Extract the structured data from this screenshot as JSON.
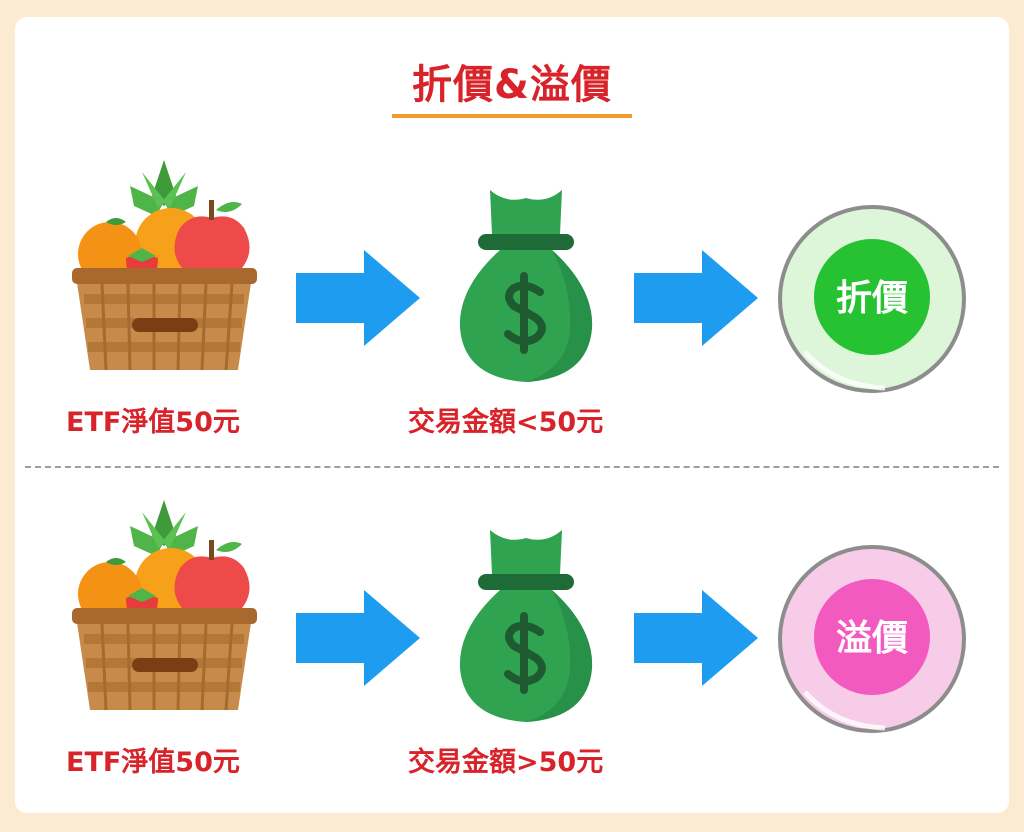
{
  "title": "折價&溢價",
  "rows": [
    {
      "basket_label": "ETF淨值50元",
      "bag_label": "交易金額<50元",
      "result": "折價",
      "result_color": "#26C232",
      "result_ring": "#DDF5D8"
    },
    {
      "basket_label": "ETF淨值50元",
      "bag_label": "交易金額>50元",
      "result": "溢價",
      "result_color": "#F25AC0",
      "result_ring": "#F7CCE8"
    }
  ],
  "colors": {
    "title": "#D8232A",
    "underline": "#F39A2B",
    "arrow": "#1E9CF0",
    "bag": "#2FA34F"
  },
  "icons": [
    "fruit-basket-icon",
    "arrow-right-icon",
    "money-bag-icon",
    "dollar-sign-icon"
  ]
}
